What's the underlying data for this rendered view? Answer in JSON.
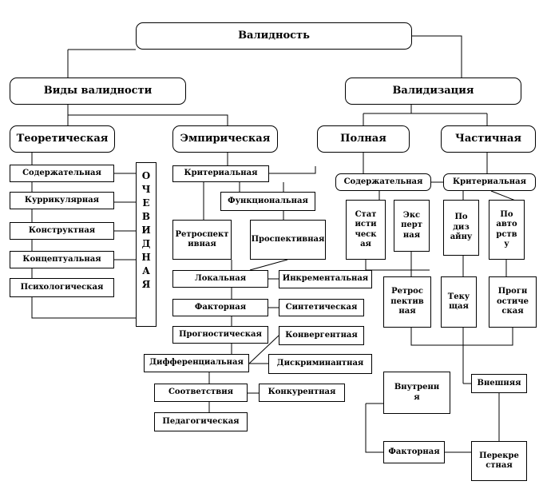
{
  "root": "Валидность",
  "kinds": {
    "title": "Виды валидности",
    "theoretical": {
      "title": "Теоретическая",
      "items": [
        "Содержательная",
        "Куррикулярная",
        "Конструктная",
        "Концептуальная",
        "Психологическая"
      ],
      "face": "О\nЧ\nЕ\nВ\nИ\nД\nН\nА\nЯ"
    },
    "empirical": {
      "title": "Эмпирическая",
      "criterion": "Критериальная",
      "functional": "Функциональная",
      "retrospective": "Ретроспект\nивная",
      "prospective": "Проспективная",
      "chain": [
        "Локальная",
        "Факторная",
        "Прогностическая",
        "Дифференциальная",
        "Соответствия",
        "Педагогическая"
      ],
      "side": [
        "Инкрементальная",
        "Синтетическая",
        "Конвергентная",
        "Дискриминантная",
        "Конкурентная"
      ]
    }
  },
  "validation": {
    "title": "Валидизация",
    "full": "Полная",
    "partial": "Частичная",
    "content": "Содержательная",
    "criterion": "Критериальная",
    "statistical": "Стат\nисти\nческ\nая",
    "expert": "Экс\nперт\nная",
    "by_design": "По\nдиз\nайну",
    "by_authors": "По\nавто\nрств\nу",
    "retrospective": "Ретрос\nпектив\nная",
    "current": "Теку\nщая",
    "prognostic": "Прогн\nостиче\nская",
    "internal": "Внутренн\nя",
    "external": "Внешняя",
    "factor": "Факторная",
    "cross": "Перекре\nстная"
  }
}
